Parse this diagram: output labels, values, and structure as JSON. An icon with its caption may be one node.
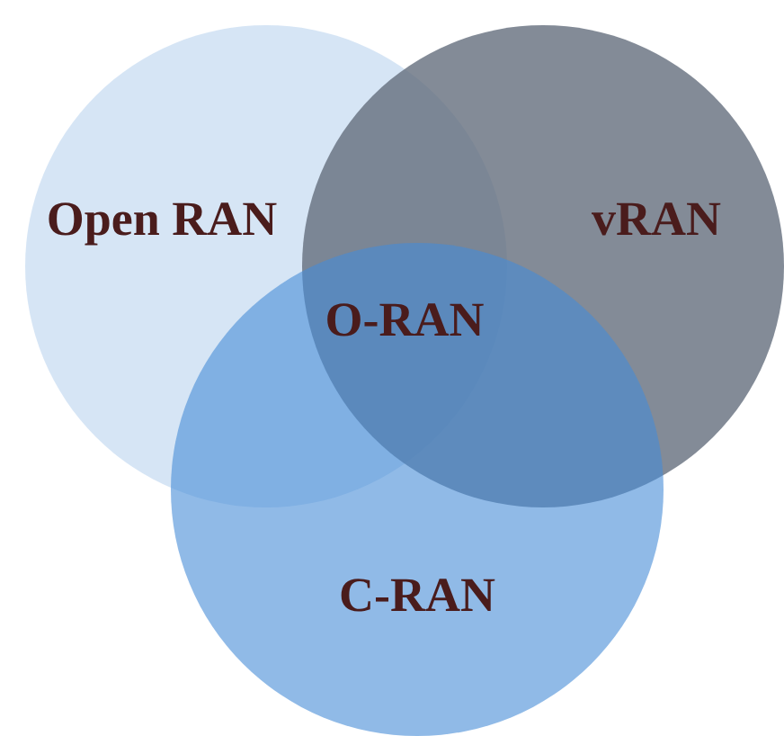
{
  "diagram": {
    "nodes": [
      {
        "text": [
          "Open RAN"
        ]
      },
      {
        "text": [
          "vRAN"
        ]
      },
      {
        "text": [
          "C-RAN"
        ]
      }
    ],
    "labels": [
      "O-RAN"
    ]
  }
}
